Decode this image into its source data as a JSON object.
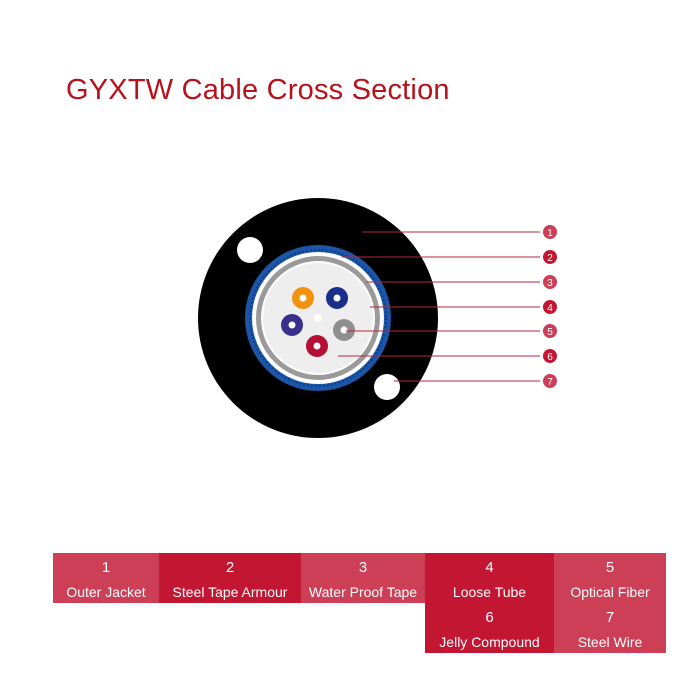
{
  "title": "GYXTW Cable Cross Section",
  "colors": {
    "title": "#b5121b",
    "outer_jacket": "#000000",
    "armour_ring": "#1c56a8",
    "tape_ring": "#9a9a9a",
    "core_fill": "#eeeeee",
    "marker_pale": "#cc3f56",
    "marker_deep": "#c21632"
  },
  "markers": [
    "1",
    "2",
    "3",
    "4",
    "5",
    "6",
    "7"
  ],
  "tubes": [
    {
      "color": "#f2920e",
      "icon": "loose-tube-orange"
    },
    {
      "color": "#1a2e8a",
      "icon": "loose-tube-blue"
    },
    {
      "color": "#3b2f8c",
      "icon": "loose-tube-purple"
    },
    {
      "color": "#8f8f8f",
      "icon": "loose-tube-gray"
    },
    {
      "color": "#b50f34",
      "icon": "loose-tube-red"
    }
  ],
  "legend": [
    {
      "num": "1",
      "label": "Outer Jacket"
    },
    {
      "num": "2",
      "label": "Steel Tape Armour"
    },
    {
      "num": "3",
      "label": "Water Proof Tape"
    },
    {
      "num": "4",
      "label": "Loose Tube"
    },
    {
      "num": "5",
      "label": "Optical Fiber"
    },
    {
      "num": "6",
      "label": "Jelly Compound"
    },
    {
      "num": "7",
      "label": "Steel Wire"
    }
  ]
}
